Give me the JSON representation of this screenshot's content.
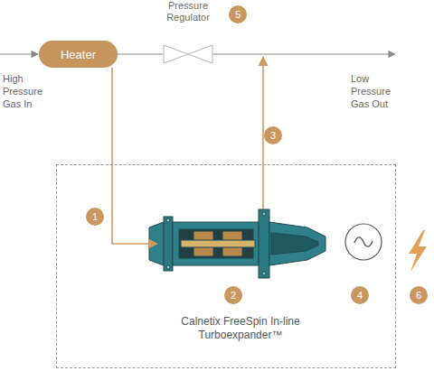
{
  "diagram": {
    "nodes": [
      {
        "text": [
          "Heater"
        ]
      },
      {
        "text": [
          "Pressure Regulator"
        ]
      },
      {
        "text": [
          "Calnetix FreeSpin In-line Turboexpander™"
        ]
      }
    ],
    "edges": [
      {
        "from": 0,
        "to": 1,
        "arrow": "none"
      },
      {
        "from": 0,
        "to": 2,
        "arrow": "to"
      }
    ],
    "labels": [
      "5",
      "High Pressure Gas In",
      "Low Pressure Gas Out",
      "3",
      "1",
      "2",
      "4",
      "6"
    ]
  }
}
